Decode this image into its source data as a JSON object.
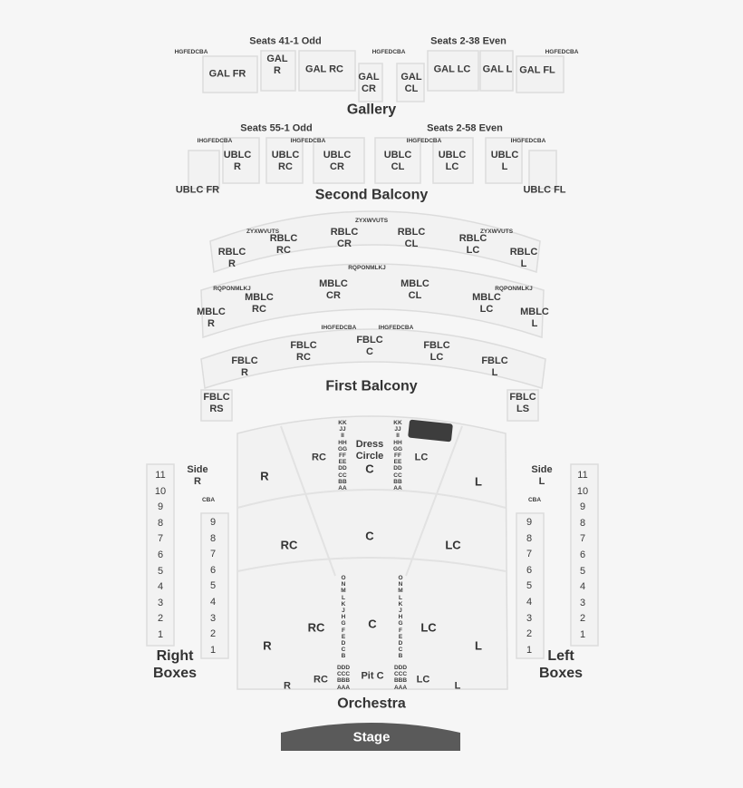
{
  "gallery": {
    "title": "Gallery",
    "header_left": "Seats 41-1 Odd",
    "header_right": "Seats 2-38 Even",
    "sections": [
      "GAL FR",
      "GAL R",
      "GAL RC",
      "GAL CR",
      "GAL CL",
      "GAL LC",
      "GAL L",
      "GAL FL"
    ],
    "row_letters": "HGFEDCBA"
  },
  "second_balcony": {
    "title": "Second Balcony",
    "header_left": "Seats 55-1 Odd",
    "header_right": "Seats 2-58 Even",
    "sections": [
      "UBLC FR",
      "UBLC R",
      "UBLC RC",
      "UBLC CR",
      "UBLC CL",
      "UBLC LC",
      "UBLC L",
      "UBLC FL"
    ],
    "row_letters": "IHGFEDCBA"
  },
  "first_balcony": {
    "title": "First Balcony",
    "rblc": [
      "RBLC R",
      "RBLC RC",
      "RBLC CR",
      "RBLC CL",
      "RBLC LC",
      "RBLC L"
    ],
    "mblc": [
      "MBLC R",
      "MBLC RC",
      "MBLC CR",
      "MBLC CL",
      "MBLC LC",
      "MBLC L"
    ],
    "fblc": [
      "FBLC R",
      "FBLC RC",
      "FBLC C",
      "FBLC LC",
      "FBLC L"
    ],
    "side": [
      "FBLC RS",
      "FBLC LS"
    ],
    "rblc_rows": "ZYXWVUTS",
    "mblc_rows": "RQPONMLKJ",
    "fblc_rows": "IHGFEDCBA"
  },
  "orchestra": {
    "title": "Orchestra",
    "dress_circle": "Dress Circle",
    "sections": {
      "dress_rc": "RC",
      "dress_c": "C",
      "dress_lc": "LC",
      "r_upper": "R",
      "l_upper": "L",
      "rc_mid": "RC",
      "c_mid": "C",
      "lc_mid": "LC",
      "rc_low": "RC",
      "c_low": "C",
      "lc_low": "LC",
      "r_low": "R",
      "l_low": "L",
      "pit_rc": "RC",
      "pit_c": "Pit C",
      "pit_lc": "LC",
      "pit_r": "R",
      "pit_l": "L"
    },
    "dress_rows": "KK\nJJ\nII\nHH\nGG\nFF\nEE\nDD\nCC\nBB\nAA",
    "main_rows": "O\nN\nM\nL\nK\nJ\nH\nG\nF\nE\nD\nC\nB",
    "pit_rows": "DDD\nCCC\nBBB\nAAA"
  },
  "boxes": {
    "right_label": "Right Boxes",
    "left_label": "Left Boxes",
    "side_right": "Side R",
    "side_left": "Side L",
    "outer_numbers": [
      "11",
      "10",
      "9",
      "8",
      "7",
      "6",
      "5",
      "4",
      "3",
      "2",
      "1"
    ],
    "inner_numbers": [
      "9",
      "8",
      "7",
      "6",
      "5",
      "4",
      "3",
      "2",
      "1"
    ],
    "side_rows": "CBA"
  },
  "stage": {
    "label": "Stage"
  },
  "colors": {
    "stage": "#5a5a5a",
    "section_fill": "#f2f2f2",
    "text": "#3a3a3a",
    "highlight": "#3d3d3d"
  }
}
